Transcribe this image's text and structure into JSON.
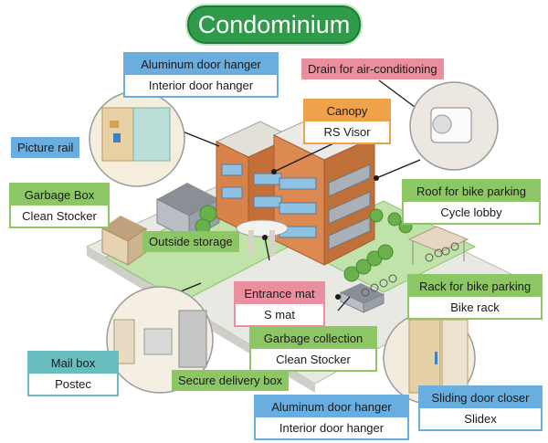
{
  "title": "Condominium",
  "colors": {
    "title_green": "#2e9a4a",
    "label_blue": "#69aede",
    "label_orange": "#eea24a",
    "label_pink": "#e98fa0",
    "label_green": "#8dc665",
    "label_teal": "#69bdbf"
  },
  "labels": {
    "aluminum_top": {
      "heading": "Aluminum door hanger",
      "product": "Interior door hanger"
    },
    "drain": {
      "heading": "Drain for air-conditioning"
    },
    "picture_rail": {
      "heading": "Picture rail"
    },
    "canopy": {
      "heading": "Canopy",
      "product": "RS Visor"
    },
    "garbage_box": {
      "heading": "Garbage Box",
      "product": "Clean Stocker"
    },
    "roof_bike": {
      "heading": "Roof for bike parking",
      "product": "Cycle lobby"
    },
    "outside_storage": {
      "heading": "Outside storage"
    },
    "entrance_mat": {
      "heading": "Entrance mat",
      "product": "S mat"
    },
    "rack_bike": {
      "heading": "Rack for bike parking",
      "product": "Bike rack"
    },
    "garbage_collection": {
      "heading": "Garbage collection",
      "product": "Clean Stocker"
    },
    "mail_box": {
      "heading": "Mail box",
      "product": "Postec"
    },
    "secure_delivery": {
      "heading": "Secure delivery box"
    },
    "aluminum_bottom": {
      "heading": "Aluminum door hanger",
      "product": "Interior door hanger"
    },
    "sliding_door": {
      "heading": "Sliding door closer",
      "product": "Slidex"
    }
  }
}
